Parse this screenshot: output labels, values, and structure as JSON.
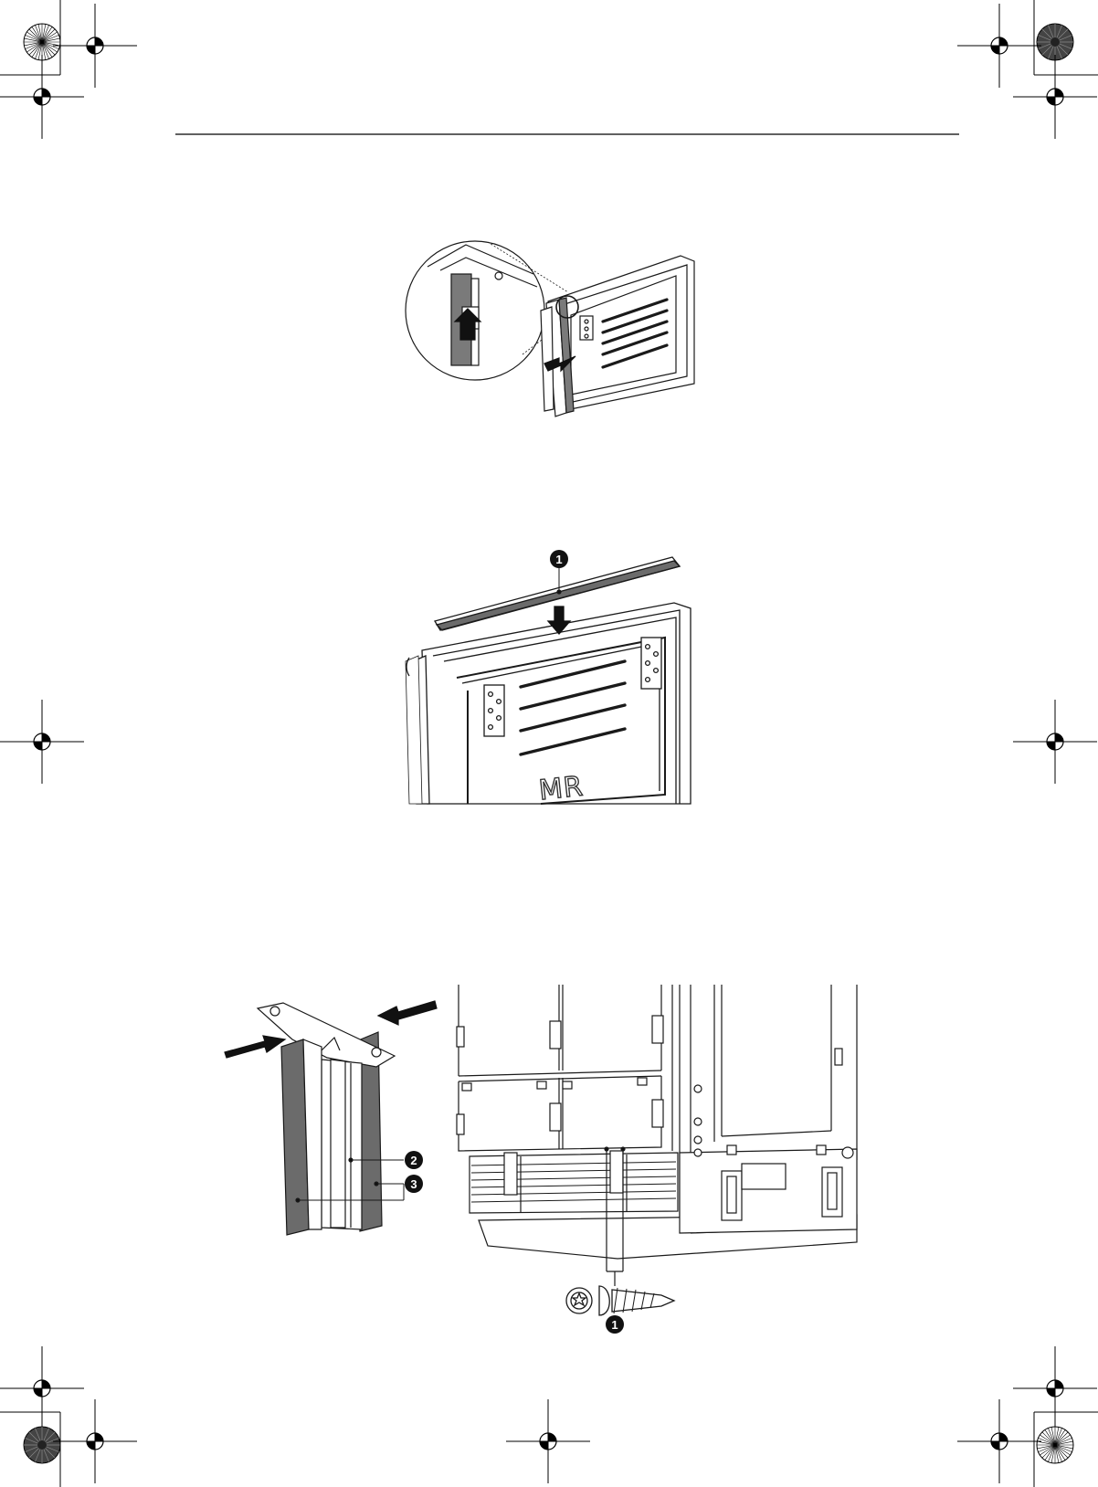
{
  "page": {
    "background": "#ffffff",
    "ink": "#1a1a1a",
    "panel_gray": "#6b6b6b"
  },
  "figure2": {
    "callouts": {
      "c1": "1"
    }
  },
  "figure3": {
    "panel_text": "MR",
    "callouts": {
      "c1": "1",
      "c2": "2",
      "c3": "3"
    }
  }
}
